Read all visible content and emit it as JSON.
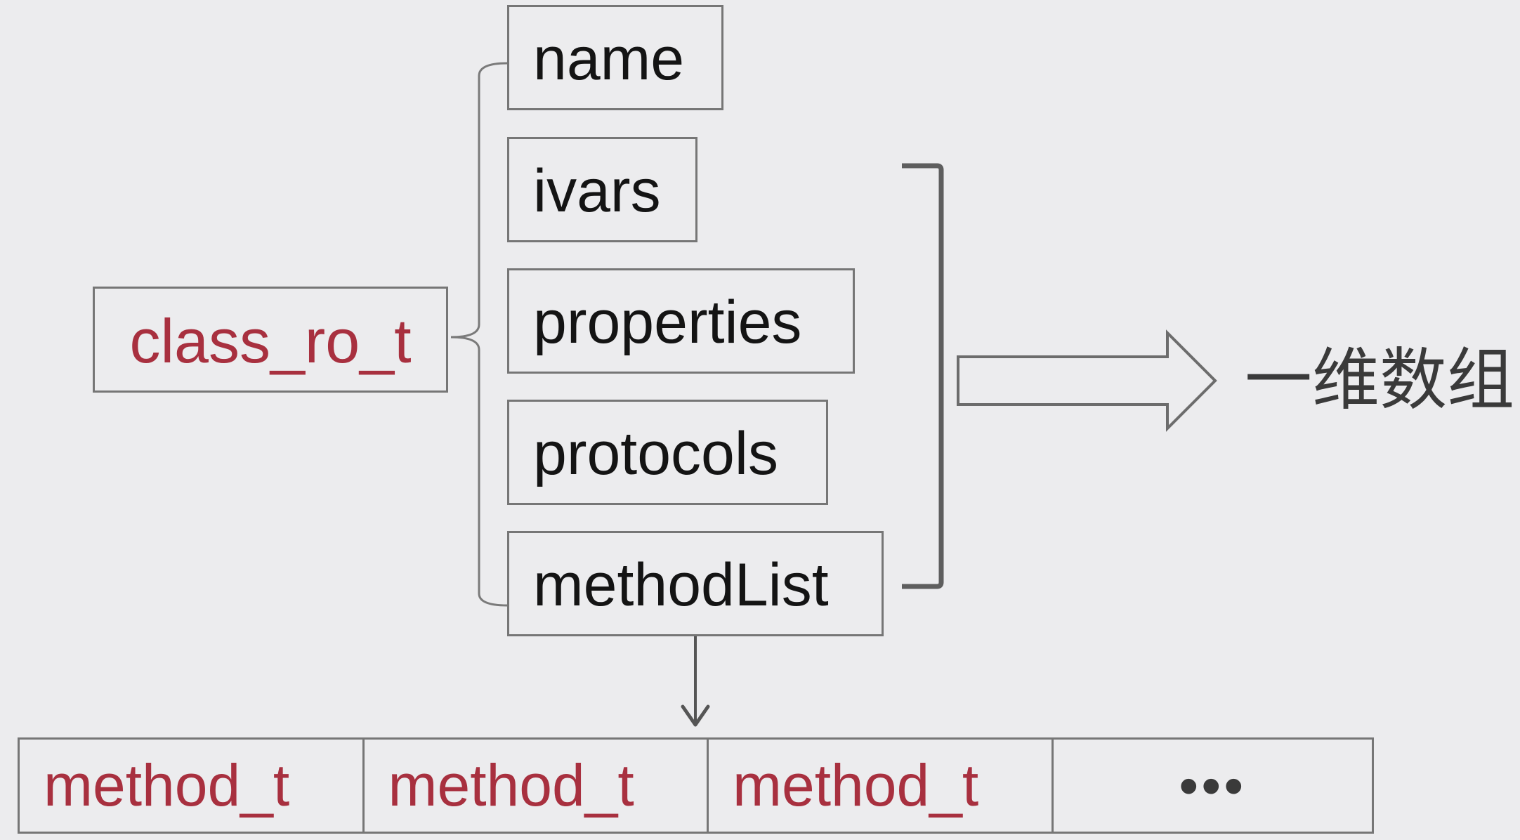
{
  "diagram": {
    "class_label": "class_ro_t",
    "fields": [
      "name",
      "ivars",
      "properties",
      "protocols",
      "methodList"
    ],
    "result_label": "一维数组",
    "method_cells": [
      "method_t",
      "method_t",
      "method_t",
      "•••"
    ]
  }
}
